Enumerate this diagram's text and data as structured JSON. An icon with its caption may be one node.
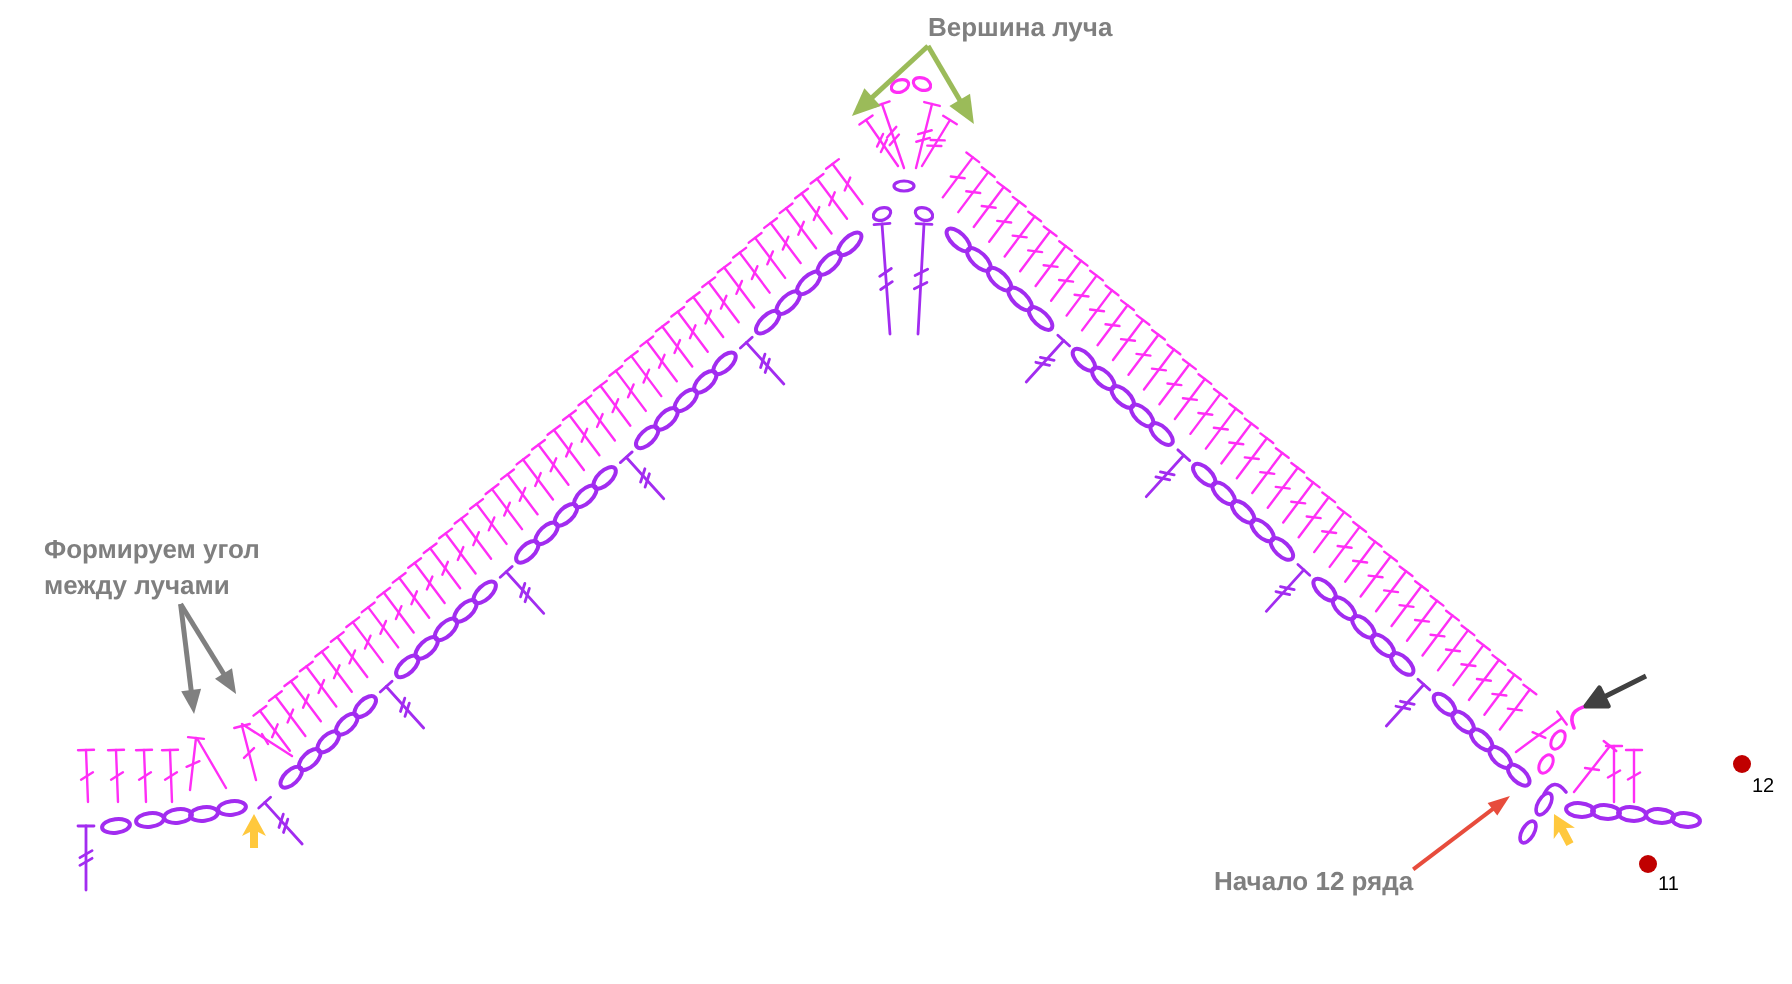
{
  "diagram": {
    "nodes": [
      {
        "text": [
          "Вершина луча"
        ]
      },
      {
        "text": [
          "Формируем угол между лучами"
        ]
      },
      {
        "text": [
          "Начало 12 ряда"
        ]
      }
    ],
    "edges": [
      {
        "from": 0,
        "to": null,
        "arrow": "to",
        "color": "#9bbb59"
      },
      {
        "from": 0,
        "to": null,
        "arrow": "to",
        "color": "#9bbb59"
      },
      {
        "from": 1,
        "to": null,
        "arrow": "to",
        "color": "#808080"
      },
      {
        "from": 1,
        "to": null,
        "arrow": "to",
        "color": "#808080"
      },
      {
        "from": 2,
        "to": null,
        "arrow": "to",
        "color": "#e74c3c"
      }
    ],
    "labels": [
      "12",
      "11"
    ]
  }
}
